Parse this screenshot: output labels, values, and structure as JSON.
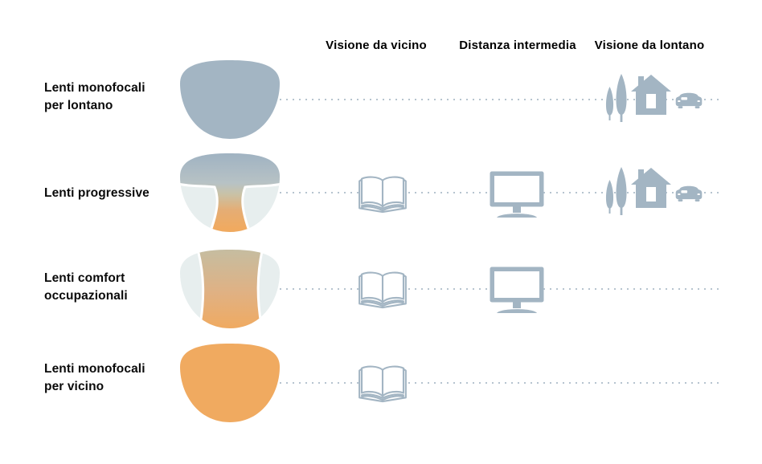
{
  "columns": {
    "near": {
      "label": "Visione da vicino"
    },
    "intermediate": {
      "label": "Distanza intermedia"
    },
    "far": {
      "label": "Visione da lontano"
    }
  },
  "rows": [
    {
      "label_line1": "Lenti monofocali",
      "label_line2": "per lontano",
      "lens_type": "monofocal-distance",
      "zones": {
        "near": false,
        "intermediate": false,
        "far": true
      }
    },
    {
      "label_line1": "Lenti progressive",
      "label_line2": "",
      "lens_type": "progressive",
      "zones": {
        "near": true,
        "intermediate": true,
        "far": true
      }
    },
    {
      "label_line1": "Lenti comfort",
      "label_line2": "occupazionali",
      "lens_type": "occupational-comfort",
      "zones": {
        "near": true,
        "intermediate": true,
        "far": false
      }
    },
    {
      "label_line1": "Lenti monofocali",
      "label_line2": "per vicino",
      "lens_type": "monofocal-near",
      "zones": {
        "near": true,
        "intermediate": false,
        "far": false
      }
    }
  ],
  "icons": {
    "near": "open-book-icon",
    "intermediate": "desktop-monitor-icon",
    "far": "trees-house-car-icons"
  },
  "colors": {
    "distance_zone_blue_gray": "#a3b5c3",
    "near_zone_orange": "#f0aa60",
    "neutral_lens_area": "#e7eeee",
    "dotted_line": "#b6c4cf",
    "text": "#000000",
    "background": "#ffffff"
  }
}
